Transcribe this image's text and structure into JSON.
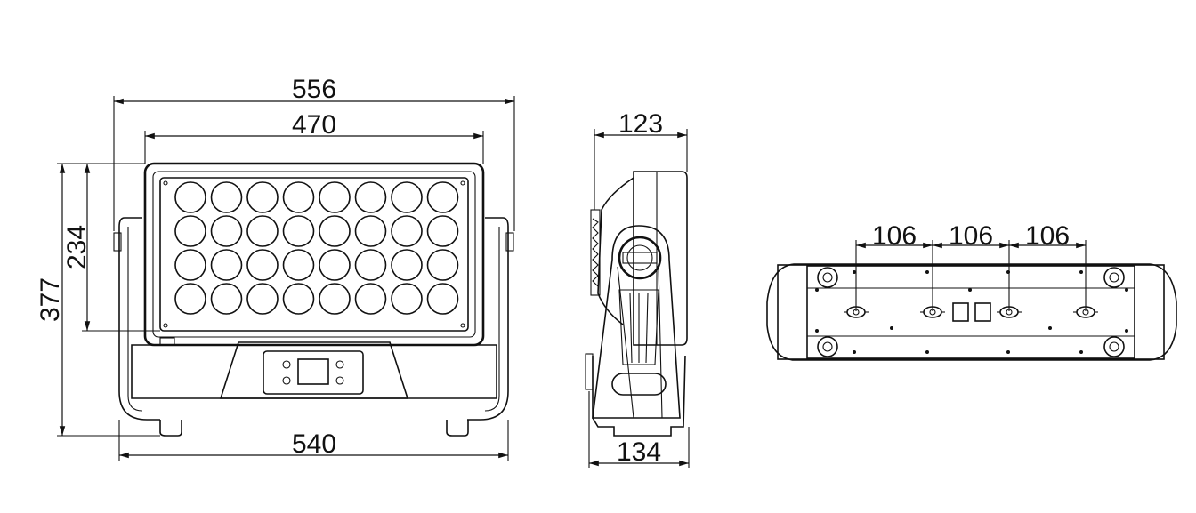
{
  "front_view": {
    "overall_width": "556",
    "lens_width": "470",
    "overall_height": "377",
    "lens_height": "234",
    "base_width": "540",
    "led_rows": 4,
    "led_cols": 8
  },
  "side_view": {
    "top_depth": "123",
    "base_depth": "134"
  },
  "bottom_view": {
    "spacing_1": "106",
    "spacing_2": "106",
    "spacing_3": "106"
  }
}
